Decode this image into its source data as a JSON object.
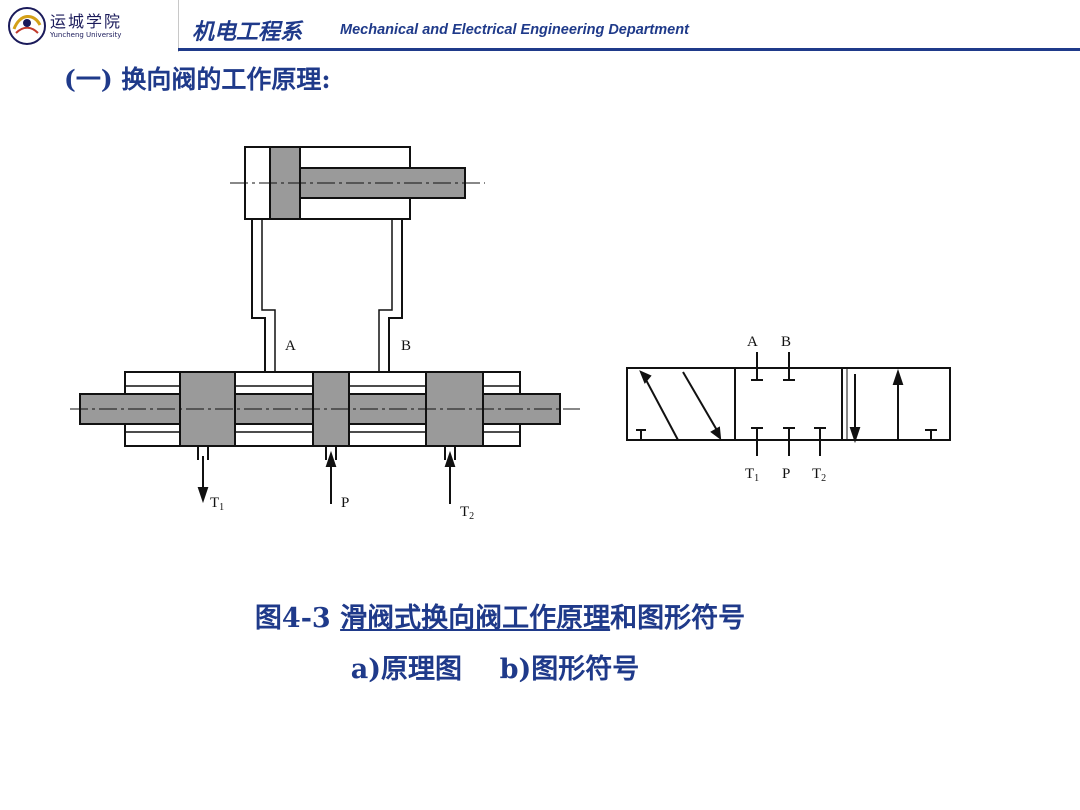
{
  "header": {
    "logo_text": "运城学院",
    "logo_sub": "Yuncheng University",
    "dept_cn": "机电工程系",
    "dept_en": "Mechanical and Electrical Engineering Department"
  },
  "title": "(一) 换向阀的工作原理:",
  "diagram_a": {
    "port_A": "A",
    "port_B": "B",
    "port_T1": "T",
    "port_T1_sub": "1",
    "port_P": "P",
    "port_T2": "T",
    "port_T2_sub": "2"
  },
  "diagram_b": {
    "port_A": "A",
    "port_B": "B",
    "port_T1": "T",
    "port_T1_sub": "1",
    "port_P": "P",
    "port_T2": "T",
    "port_T2_sub": "2"
  },
  "caption": {
    "fig_number": "图4-3",
    "fig_title_linked": "滑阀式换向阀工作原理",
    "fig_title_rest": "和图形符号",
    "sub_a": "a)原理图",
    "sub_b": "b)图形符号"
  },
  "colors": {
    "accent": "#1f3a8a",
    "fill_gray": "#9a9a9a"
  }
}
